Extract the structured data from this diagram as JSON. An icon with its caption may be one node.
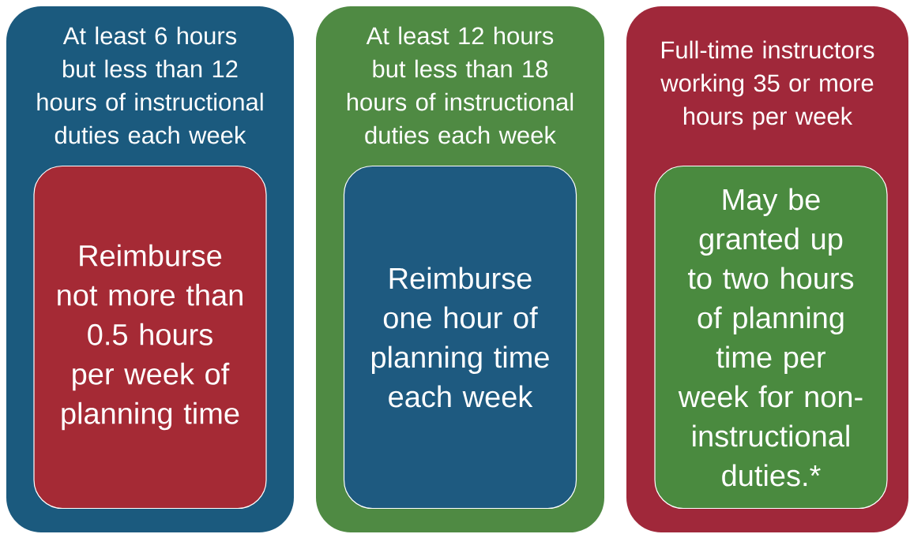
{
  "diagram": {
    "nodes": [
      {
        "text": [
          "At least 6 hours but less than 12 hours of instructional duties each week"
        ]
      },
      {
        "text": [
          "Reimburse not more than 0.5 hours per week of planning time"
        ],
        "in": 0
      },
      {
        "text": [
          "At least 12 hours but less than 18 hours of instructional duties each week"
        ]
      },
      {
        "text": [
          "Reimburse one hour of planning time each week"
        ],
        "in": 2
      },
      {
        "text": [
          "Full-time instructors working 35 or more hours per week"
        ]
      },
      {
        "text": [
          "May be granted up to two hours of planning time per week for non-instructional duties.*"
        ],
        "in": 4
      }
    ]
  }
}
